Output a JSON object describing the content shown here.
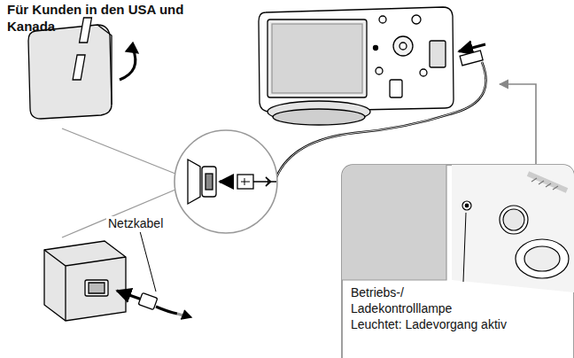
{
  "diagram": {
    "title": "Für Kunden in den USA und Kanada",
    "labels": [
      "Netzkabel",
      "Betriebs-/ Ladekontrolllampe",
      "Leuchtet: Ladevorgang aktiv"
    ]
  }
}
